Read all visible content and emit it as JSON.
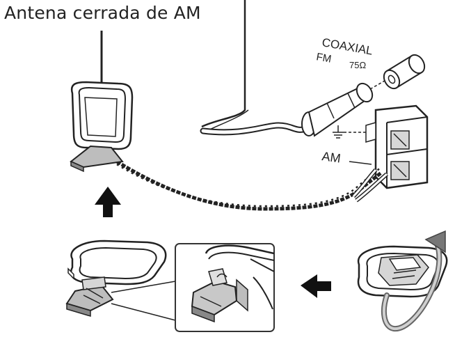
{
  "title": "Antena cerrada de AM",
  "labels": {
    "coaxial_line1": "COAXIAL",
    "coaxial_line2": "FM",
    "impedance": "75Ω",
    "am": "AM"
  },
  "icons": {
    "ground": "ground-symbol-icon",
    "arrow_up": "arrow-up-icon",
    "arrow_left": "arrow-left-icon",
    "rotate": "rotate-arrow-icon"
  },
  "colors": {
    "line": "#222222",
    "fill": "#ffffff",
    "shade": "#d6d6d6",
    "dark": "#9a9a9a"
  }
}
